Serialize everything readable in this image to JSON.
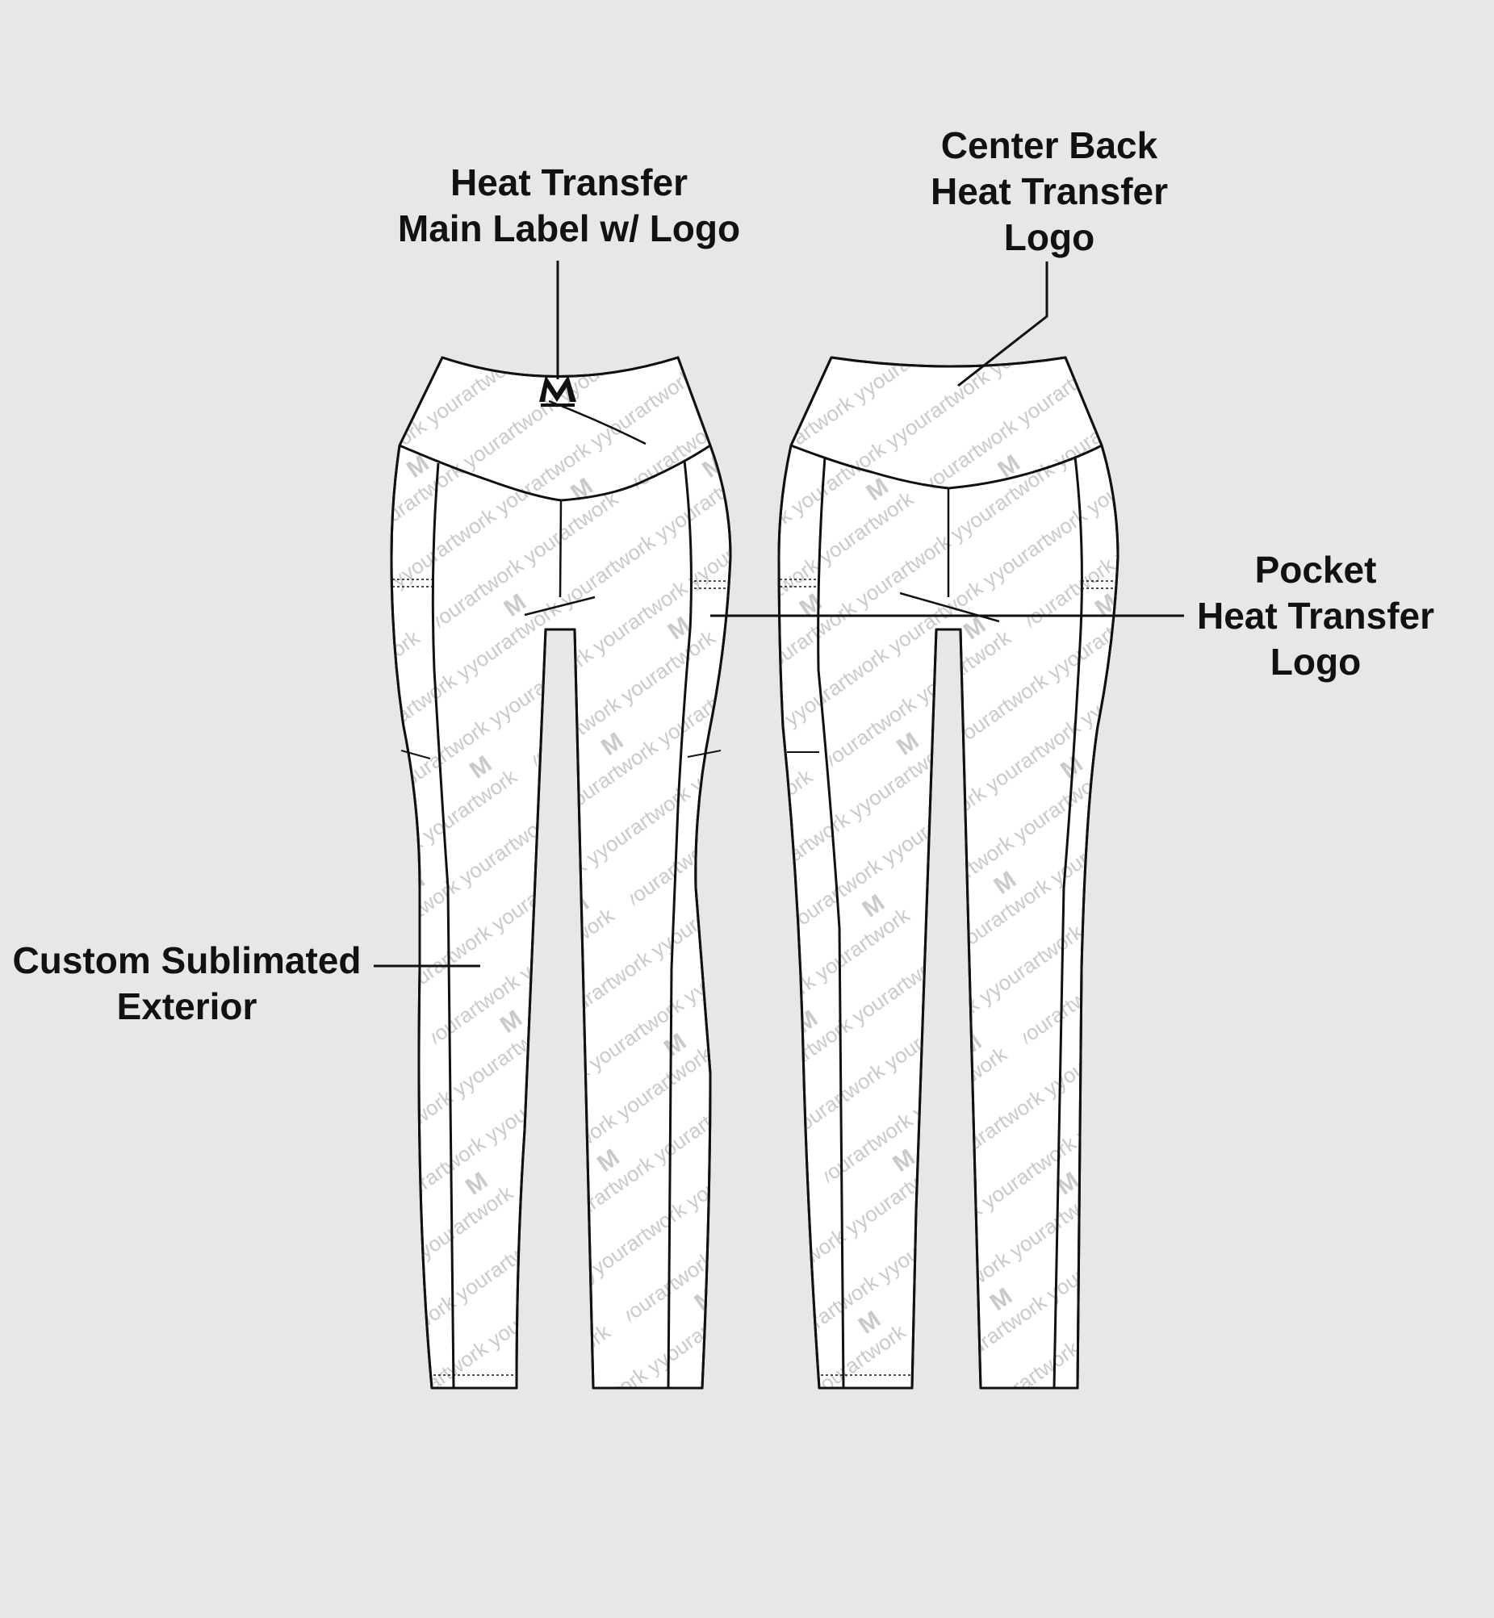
{
  "callouts": {
    "main_label": {
      "line1": "Heat Transfer",
      "line2": "Main Label w/ Logo"
    },
    "center_back": {
      "line1": "Center Back",
      "line2": "Heat Transfer",
      "line3": "Logo"
    },
    "pocket": {
      "line1": "Pocket",
      "line2": "Heat Transfer",
      "line3": "Logo"
    },
    "exterior": {
      "line1": "Custom Sublimated",
      "line2": "Exterior"
    }
  },
  "pattern": {
    "word": "yourartwork",
    "logo_text": "M"
  },
  "colors": {
    "background": "#e6e7e9",
    "garment": "#ffffff",
    "outline": "#111111",
    "pattern_text": "#c9c9c9"
  }
}
